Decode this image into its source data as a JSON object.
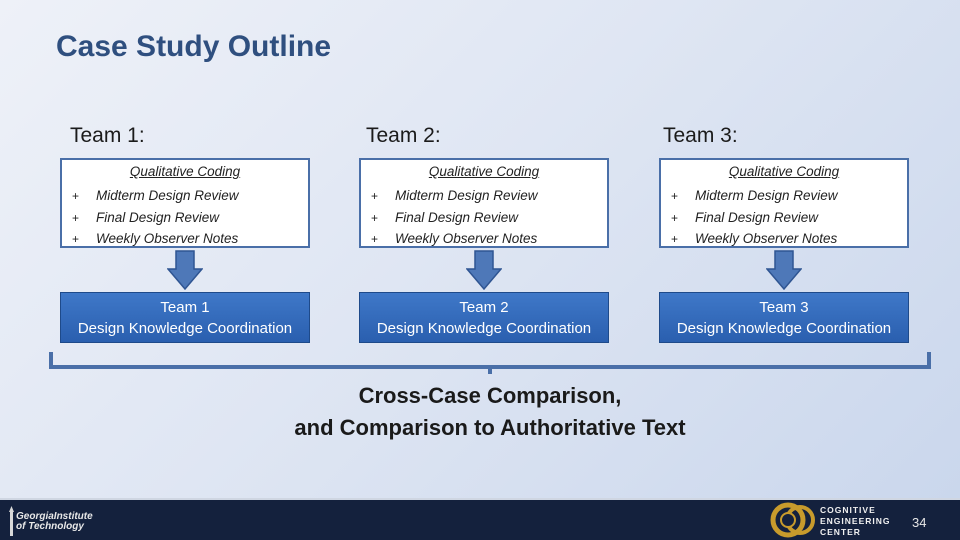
{
  "slide": {
    "title": "Case Study Outline",
    "page_number": "34"
  },
  "teams": [
    {
      "label": "Team 1:",
      "box_heading": "Qualitative Coding",
      "bullet": "+",
      "items": [
        "Midterm Design Review",
        "Final Design Review",
        "Weekly Observer Notes"
      ],
      "coord_line1": "Team 1",
      "coord_line2": "Design Knowledge Coordination"
    },
    {
      "label": "Team 2:",
      "box_heading": "Qualitative Coding",
      "bullet": "+",
      "items": [
        "Midterm Design Review",
        "Final Design Review",
        "Weekly Observer Notes"
      ],
      "coord_line1": "Team 2",
      "coord_line2": "Design Knowledge Coordination"
    },
    {
      "label": "Team 3:",
      "box_heading": "Qualitative Coding",
      "bullet": "+",
      "items": [
        "Midterm Design Review",
        "Final Design Review",
        "Weekly Observer Notes"
      ],
      "coord_line1": "Team 3",
      "coord_line2": "Design Knowledge Coordination"
    }
  ],
  "result": {
    "line1": "Cross-Case Comparison,",
    "line2": "and Comparison to Authoritative Text"
  },
  "footer": {
    "left_logo_line1": "GeorgiaInstitute",
    "left_logo_line2": "of Technology",
    "right_logo_line1": "Cognitive",
    "right_logo_line2": "Engineering",
    "right_logo_line3": "Center"
  },
  "colors": {
    "title": "#2f4f7f",
    "box_border": "#4a6fa8",
    "coord_fill": "#3a70c0",
    "arrow_fill": "#4e78b8",
    "footer_bg": "#14213d",
    "cec_gold": "#c89b2c"
  }
}
